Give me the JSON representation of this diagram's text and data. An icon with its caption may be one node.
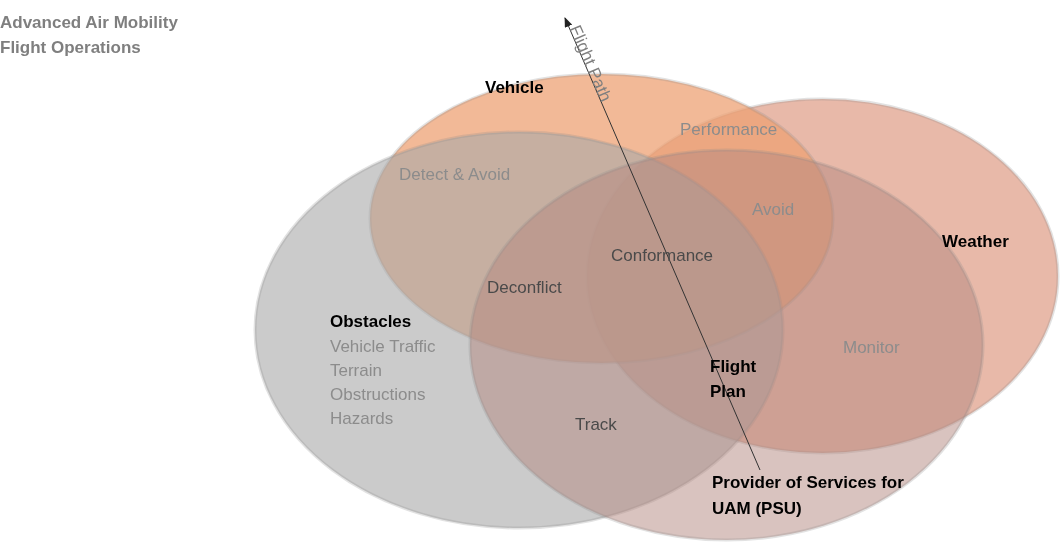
{
  "diagram": {
    "title": "Advanced Air Mobility Flight Operations",
    "nodes": [
      {
        "text": [
          "Vehicle"
        ]
      },
      {
        "text": [
          "Weather"
        ]
      },
      {
        "text": [
          "Obstacles",
          "Vehicle Traffic",
          "Terrain",
          "Obstructions",
          "Hazards"
        ]
      },
      {
        "text": [
          "Provider of Services for UAM (PSU)"
        ]
      }
    ],
    "labels": [
      "Flight Path",
      "Performance",
      "Detect & Avoid",
      "Avoid",
      "Conformance",
      "Deconflict",
      "Flight Plan",
      "Monitor",
      "Track"
    ]
  }
}
